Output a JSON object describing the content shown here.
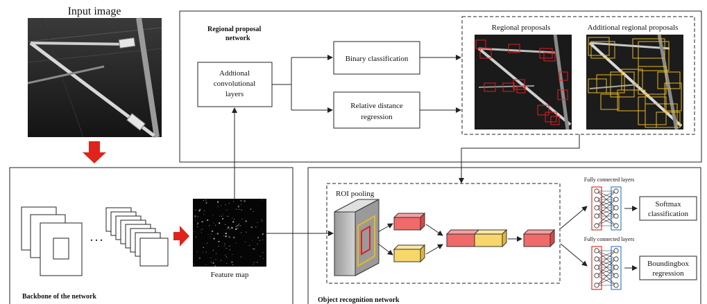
{
  "input_image": {
    "title": "Input image"
  },
  "rpn": {
    "title_line1": "Regional proposal",
    "title_line2": "network",
    "addl_conv_line1": "Addtional",
    "addl_conv_line2": "convolutional",
    "addl_conv_line3": "layers",
    "binary_classification": "Binary classification",
    "regression_line1": "Relative distance",
    "regression_line2": "regression",
    "regional_proposals": "Regional proposals",
    "additional_proposals": "Additional regional proposals"
  },
  "backbone": {
    "title": "Backbone of the network",
    "ellipsis": ". . .",
    "feature_map": "Feature map"
  },
  "recognition": {
    "title": "Object recognition network",
    "roi_pooling": "ROI pooling",
    "fc_layers_top": "Fully connected layers",
    "fc_layers_bottom": "Fully connected layers",
    "softmax_line1": "Softmax",
    "softmax_line2": "classification",
    "bbox_line1": "Boundingbox",
    "bbox_line2": "regression"
  },
  "colors": {
    "red_arrow": "#e0231b",
    "proposal_red": "#e02020",
    "proposal_yellow": "#e8b820",
    "block_red": "#f06a6a",
    "block_yellow": "#f7d66a",
    "fc_red": "#e03030",
    "fc_blue": "#3a7fd0"
  }
}
